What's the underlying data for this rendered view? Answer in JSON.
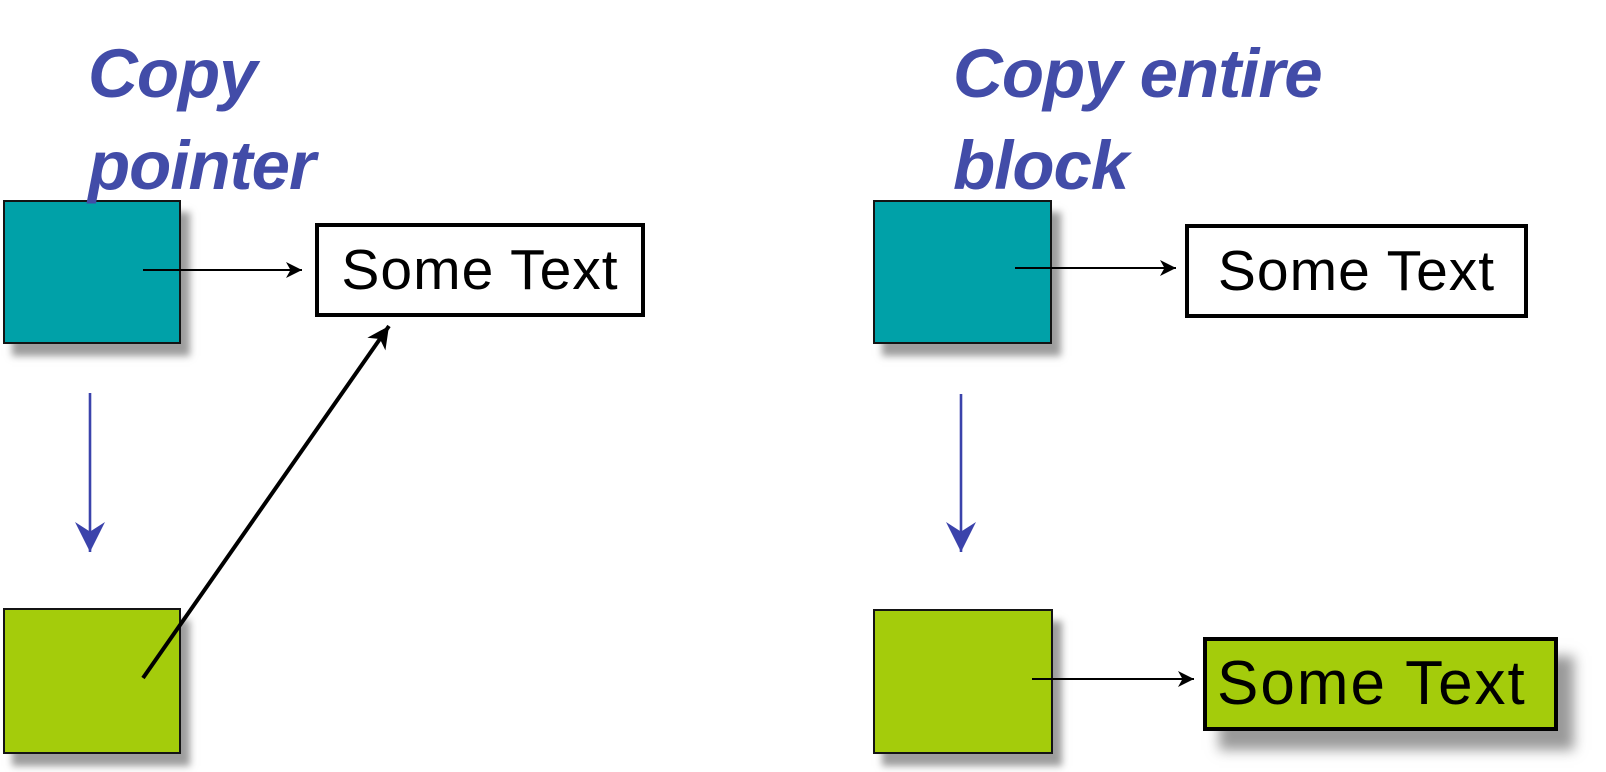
{
  "colors": {
    "title_blue": "#424CA8",
    "arrow_blue": "#3B43AB",
    "teal": "#00A1A8",
    "green": "#A4CC0B",
    "box_border": "#000000"
  },
  "left_diagram": {
    "title": "Copy\npointer",
    "shared_text_box_label": "Some Text"
  },
  "right_diagram": {
    "title": "Copy entire\nblock",
    "original_text_box_label": "Some Text",
    "copied_text_box_label": "Some Text"
  }
}
